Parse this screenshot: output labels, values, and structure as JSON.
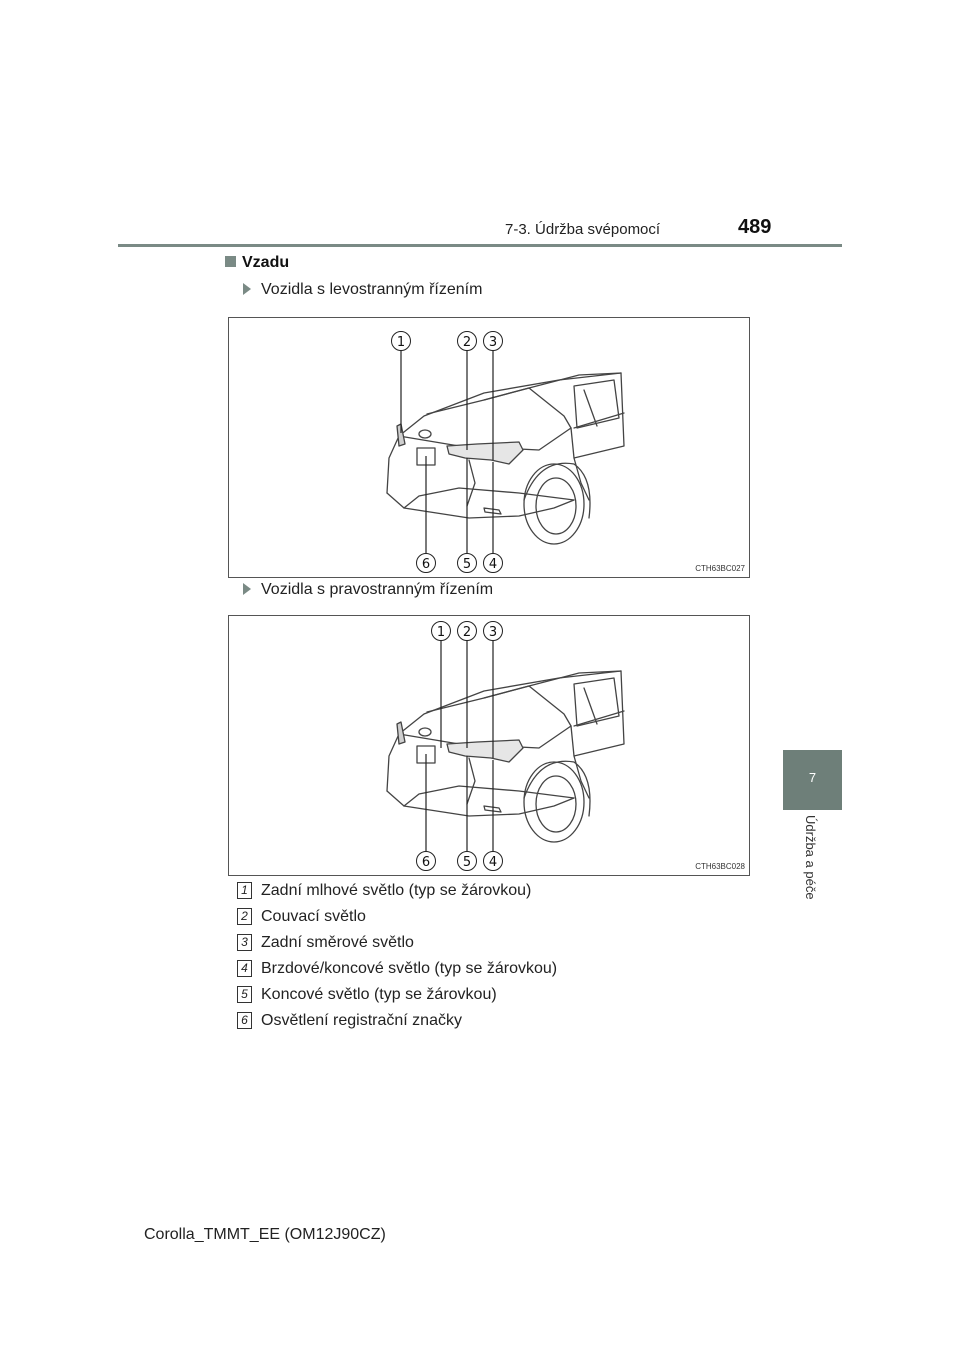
{
  "header": {
    "section": "7-3. Údržba svépomocí",
    "page_number": "489"
  },
  "side_tab": {
    "number": "7",
    "title": "Údržba a péče"
  },
  "section_heading": "Vzadu",
  "figures": [
    {
      "caption": "Vozidla s levostranným řízením",
      "code": "CTH63BC027",
      "callouts": [
        "1",
        "2",
        "3",
        "6",
        "5",
        "4"
      ]
    },
    {
      "caption": "Vozidla s pravostranným řízením",
      "code": "CTH63BC028",
      "callouts": [
        "1",
        "2",
        "3",
        "6",
        "5",
        "4"
      ]
    }
  ],
  "legend": [
    {
      "num": "1",
      "text": "Zadní mlhové světlo (typ se žárovkou)"
    },
    {
      "num": "2",
      "text": "Couvací světlo"
    },
    {
      "num": "3",
      "text": "Zadní směrové světlo"
    },
    {
      "num": "4",
      "text": "Brzdové/koncové světlo (typ se žárovkou)"
    },
    {
      "num": "5",
      "text": "Koncové světlo (typ se žárovkou)"
    },
    {
      "num": "6",
      "text": "Osvětlení registrační značky"
    }
  ],
  "footer": "Corolla_TMMT_EE (OM12J90CZ)"
}
